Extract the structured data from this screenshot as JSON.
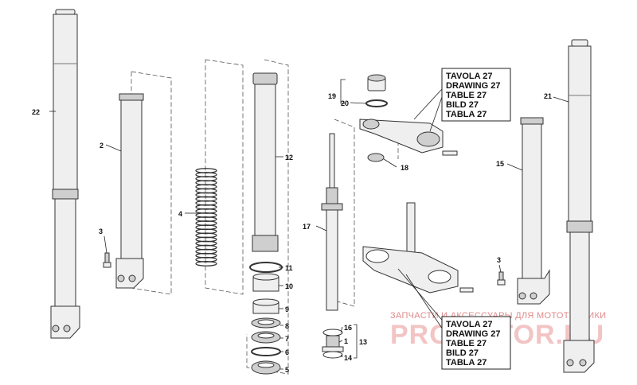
{
  "labels": {
    "p1": "1",
    "p2": "2",
    "p3a": "3",
    "p3b": "3",
    "p4": "4",
    "p5": "5",
    "p6": "6",
    "p7": "7",
    "p8": "8",
    "p9": "9",
    "p10": "10",
    "p11": "11",
    "p12": "12",
    "p13": "13",
    "p14": "14",
    "p15": "15",
    "p16": "16",
    "p17": "17",
    "p18": "18",
    "p19": "19",
    "p20": "20",
    "p21": "21",
    "p22": "22"
  },
  "ref_top": [
    "TAVOLA 27",
    "DRAWING 27",
    "TABLE 27",
    "BILD 27",
    "TABLA 27"
  ],
  "ref_bottom": [
    "TAVOLA 27",
    "DRAWING 27",
    "TABLE 27",
    "BILD 27",
    "TABLA 27"
  ],
  "watermark": {
    "tagline": "ЗАПЧАСТИ И АКСЕССУАРЫ ДЛЯ МОТОТЕХНИКИ",
    "logo": "PROMOTOR.RU"
  }
}
